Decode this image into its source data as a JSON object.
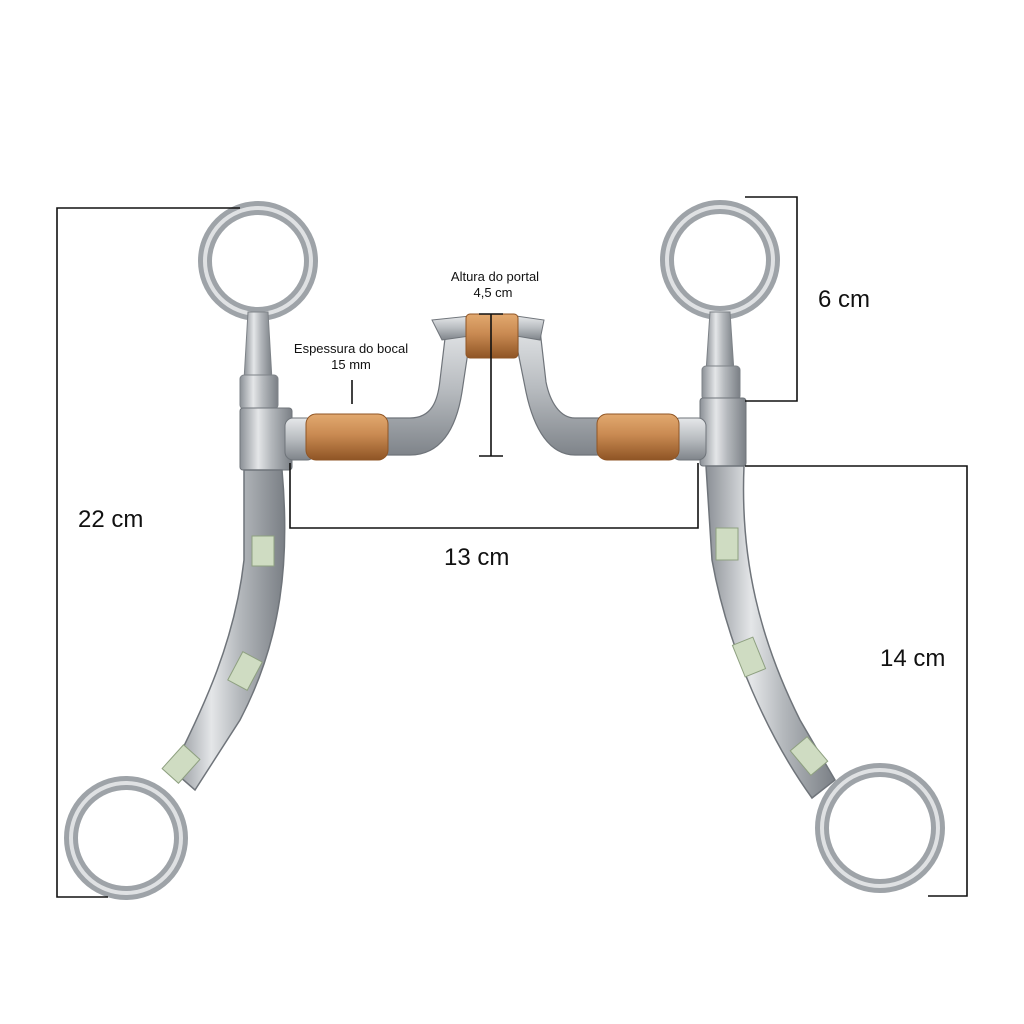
{
  "labels": {
    "total_height": "22 cm",
    "ring_height": "6 cm",
    "mouthpiece_width": "13 cm",
    "shank_length": "14 cm",
    "port_height_title": "Altura do portal",
    "port_height_value": "4,5 cm",
    "mouth_thickness_title": "Espessura do bocal",
    "mouth_thickness_value": "15 mm"
  },
  "colors": {
    "steel": "#b9bdc1",
    "steel_dark": "#7e8388",
    "copper": "#c98a52",
    "copper_dark": "#9a5f2c",
    "inlay": "#cfdcc2",
    "line": "#111111"
  }
}
